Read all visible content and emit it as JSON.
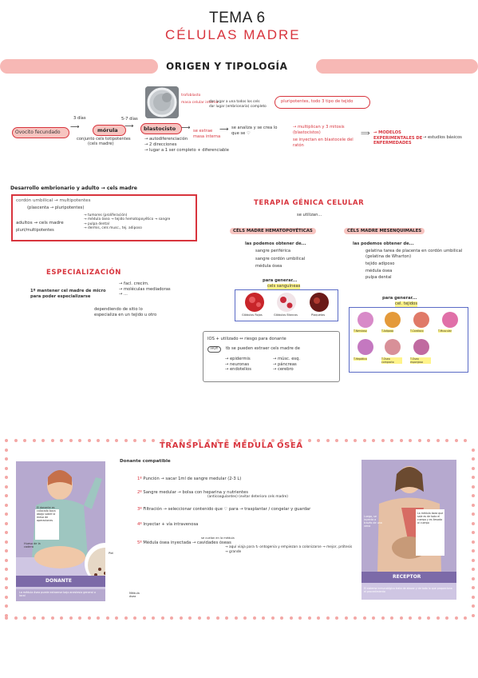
{
  "header": {
    "title": "TEMA 6",
    "subtitle": "CÉLULAS MADRE",
    "section_origin": "ORIGEN Y TIPOLOGÍA"
  },
  "flow": {
    "ovocito": "Ovocito fecundado",
    "days1": "3 días",
    "morula": "mórula",
    "morula_note1": "conjunto cels totipotentes",
    "morula_note2": "(cels madre)",
    "days2": "5-7 días",
    "blastocisto": "blastocisto",
    "blasto_note1": "→ autodiferenciación",
    "blasto_note2": "→ 2 direcciones",
    "blasto_note3": "→ lugar a 1 ser completo + diferenciable",
    "trophoblast_label": "trofoblasto",
    "icm_label": "masa celular interna",
    "trophoblast_note": "dar lugar a una todos los cels",
    "icm_note": "dar lugar (embrionaria) completo",
    "se_extrae": "se extrae masa interna",
    "se_analiza": "se analiza y se crea lo que se ♡",
    "pluripotentes_box": "pluripotentes, todo 3 tipo de tejido",
    "mult_line1": "→ multiplican y 3 mitosis (blastocistos)",
    "mult_line2": "se inyectan en blastocele del ratón",
    "modelos": "→ MODELOS EXPERIMENTALES DE ENFERMEDADES",
    "estudios": "→ estudios básicos"
  },
  "desarrollo": {
    "heading": "Desarrollo embrionario y adulto → cels madre",
    "line1": "cordón umbilical → multipotentes",
    "line1b": "(plascenta → pluripotentes)",
    "line2": "adultos → cels madre",
    "line2_items": [
      "→ tumores (proliferación)",
      "→ médula ósea → tejido hematopoyético → sangre",
      "→ pulpa dental",
      "→ dermis, cels musc., tej. adiposo"
    ],
    "line3": "pluri/multipotentes"
  },
  "especializacion": {
    "heading": "ESPECIALIZACIÓN",
    "line1": "1º mantener cel madre de micro",
    "line2": "para poder especializarse",
    "factors": [
      "→ facl. crecim.",
      "→ moléculas mediadoras",
      "→ ..."
    ],
    "note1": "dependiendo de sitio lo",
    "note2": "especializa en un tejido u otro"
  },
  "terapia": {
    "heading": "TERAPIA GÉNICA CELULAR",
    "se_utilizan": "se utilizan...",
    "hemato_title": "CÉLS MADRE HEMATOPOYÉTICAS",
    "hemato_obtener": "las podemos obtener de...",
    "hemato_sources": [
      "sangre periférica",
      "sangre cordón umbilical",
      "médula ósea"
    ],
    "hemato_generar": "para generar...",
    "hemato_generar2": "cels sanguíneas",
    "blood_cells": [
      "Glóbulos Rojos",
      "Glóbulos Blancos",
      "Plaquetas"
    ],
    "mesen_title": "CÉLS MADRE MESENQUIMALES",
    "mesen_obtener": "las podemos obtener de...",
    "mesen_sources": [
      "gelatina tarea de placenta en cordón umbilical (gelatina de Wharton)",
      "tejido adiposo",
      "médula ósea",
      "pulpa dental"
    ],
    "mesen_generar": "para generar...",
    "mesen_generar2": "cel. tejidos",
    "tissues": [
      "T.Nervioso",
      "T.Adiposo",
      "T.Cardíaco",
      "T.Muscular",
      "T.Hepático",
      "T.Óseo compacto",
      "T.Óseo esponjoso"
    ],
    "ios_line1": "IOS + utilizado ↔ riesgo para donante",
    "ios_hoy": "HOY",
    "ios_line2": "tb se pueden extraer cels madre de",
    "ios_items": [
      "→ epidermis",
      "→ neuronas",
      "→ endotelios",
      "→ músc. esq.",
      "→ páncreas",
      "→ cerebro"
    ]
  },
  "transplante": {
    "heading": "TRANSPLANTE MÉDULA ÓSEA",
    "donante_compatible": "Donante compatible",
    "donante_label": "DONANTE",
    "receptor_label": "RECEPTOR",
    "donor_caption": "El donante es colocado boca abajo sobre la mesa de operaciones",
    "donor_bottom": "La médula ósea puede extraerse bajo anestesia general o local",
    "hueso_label": "Hueso de la cadera",
    "piel_label": "Piel",
    "medula_label": "Médula ósea",
    "receptor_caption": "La médula ósea que sale es de todo el cuerpo y es llevada al cuerpo",
    "receptor_side": "Luego, se inyecta a través de una vena",
    "receptor_bottom": "El sistema inmunológico trata de atacar y de todo lo que proporciona el procedimiento",
    "steps": [
      {
        "num": "1º",
        "text": "Punción → sacar 1ml de sangre medular (2-3 L)"
      },
      {
        "num": "2º",
        "text": "Sangre medular → bolsa con heparina y nutrientes"
      },
      {
        "num": "",
        "text": "(anticoagulantes) (evitar deterioro cels madre)"
      },
      {
        "num": "3º",
        "text": "Filtración → seleccionar contenido que ♡ para → trasplantar / congelar y guardar"
      },
      {
        "num": "4º",
        "text": "Inyectar + vía intravenosa"
      },
      {
        "num": "5º",
        "text": "Médula ósea inyectada → cavidades óseas"
      },
      {
        "num": "",
        "text": "se cuelan en la médula"
      },
      {
        "num": "",
        "text": "→ aquí viaja para ↻ ontogenia y empiezan a colonizarse → mejor, prótesis → grande"
      }
    ]
  }
}
